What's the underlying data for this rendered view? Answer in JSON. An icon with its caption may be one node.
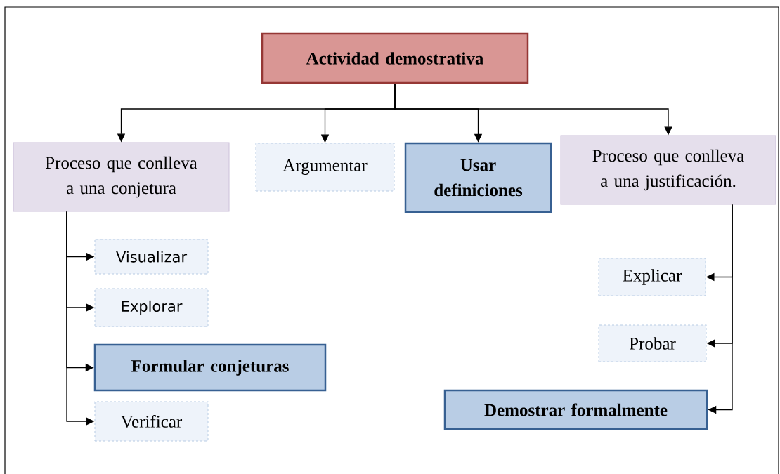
{
  "diagram": {
    "nodes": [
      {
        "text": [
          "Actividad demostrativa"
        ]
      },
      {
        "text": [
          "Proceso que conlleva a una conjetura"
        ]
      },
      {
        "text": [
          "Argumentar"
        ]
      },
      {
        "text": [
          "Usar definiciones"
        ]
      },
      {
        "text": [
          "Proceso que conlleva a una justificación."
        ]
      },
      {
        "text": [
          "Visualizar"
        ]
      },
      {
        "text": [
          "Explorar"
        ]
      },
      {
        "text": [
          "Formular conjeturas"
        ]
      },
      {
        "text": [
          "Verificar"
        ]
      },
      {
        "text": [
          "Explicar"
        ]
      },
      {
        "text": [
          "Probar"
        ]
      },
      {
        "text": [
          "Demostrar formalmente"
        ]
      }
    ],
    "edges": [
      {
        "from": 0,
        "to": 1,
        "arrow": "to"
      },
      {
        "from": 0,
        "to": 2,
        "arrow": "to"
      },
      {
        "from": 0,
        "to": 3,
        "arrow": "to"
      },
      {
        "from": 0,
        "to": 4,
        "arrow": "to"
      },
      {
        "from": 1,
        "to": 5,
        "arrow": "to"
      },
      {
        "from": 1,
        "to": 6,
        "arrow": "to"
      },
      {
        "from": 1,
        "to": 7,
        "arrow": "to"
      },
      {
        "from": 1,
        "to": 8,
        "arrow": "to"
      },
      {
        "from": 4,
        "to": 9,
        "arrow": "to"
      },
      {
        "from": 4,
        "to": 10,
        "arrow": "to"
      },
      {
        "from": 4,
        "to": 11,
        "arrow": "to"
      }
    ]
  }
}
